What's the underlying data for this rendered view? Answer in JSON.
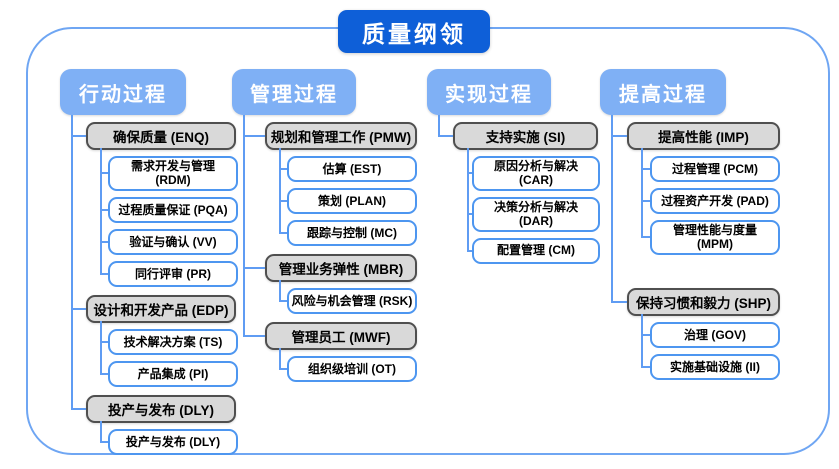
{
  "title": "质量纲领",
  "palette": {
    "title_bg": "#0E5FD8",
    "header_bg": "#7FB0F5",
    "frame_border": "#6FA6F3",
    "connector": "#5F9CF3",
    "group_bg": "#D9D9D9",
    "group_border": "#4F4F4F",
    "child_border": "#4D96F0",
    "text_on_blue": "#FFFFFF",
    "node_text": "#000000"
  },
  "columns": [
    {
      "header": "行动过程",
      "groups": [
        {
          "label": "确保质量 (ENQ)",
          "children": [
            "需求开发与管理 (RDM)",
            "过程质量保证 (PQA)",
            "验证与确认 (VV)",
            "同行评审 (PR)"
          ]
        },
        {
          "label": "设计和开发产品 (EDP)",
          "children": [
            "技术解决方案 (TS)",
            "产品集成 (PI)"
          ]
        },
        {
          "label": "投产与发布 (DLY)",
          "children": [
            "投产与发布 (DLY)"
          ]
        }
      ]
    },
    {
      "header": "管理过程",
      "groups": [
        {
          "label": "规划和管理工作 (PMW)",
          "children": [
            "估算 (EST)",
            "策划 (PLAN)",
            "跟踪与控制 (MC)"
          ]
        },
        {
          "label": "管理业务弹性 (MBR)",
          "children": [
            "风险与机会管理 (RSK)"
          ]
        },
        {
          "label": "管理员工 (MWF)",
          "children": [
            "组织级培训 (OT)"
          ]
        }
      ]
    },
    {
      "header": "实现过程",
      "groups": [
        {
          "label": "支持实施 (SI)",
          "children": [
            "原因分析与解决 (CAR)",
            "决策分析与解决 (DAR)",
            "配置管理 (CM)"
          ]
        }
      ]
    },
    {
      "header": "提高过程",
      "groups": [
        {
          "label": "提高性能 (IMP)",
          "children": [
            "过程管理 (PCM)",
            "过程资产开发 (PAD)",
            "管理性能与度量\n(MPM)"
          ]
        },
        {
          "label": "保持习惯和毅力 (SHP)",
          "children": [
            "治理 (GOV)",
            "实施基础设施 (II)"
          ]
        }
      ]
    }
  ]
}
